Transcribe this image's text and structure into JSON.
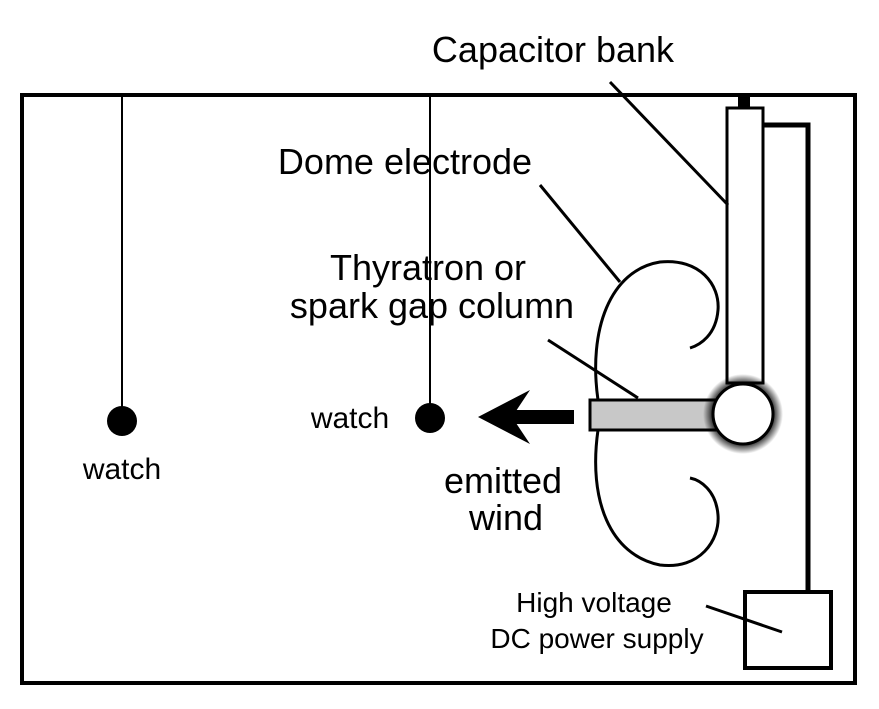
{
  "labels": {
    "capacitor_bank": "Capacitor bank",
    "dome_electrode": "Dome electrode",
    "thyratron_line1": "Thyratron or",
    "thyratron_line2": "spark gap column",
    "watch_left": "watch",
    "watch_center": "watch",
    "emitted_line1": "emitted",
    "emitted_line2": "wind",
    "psu_line1": "High voltage",
    "psu_line2": "DC power supply"
  },
  "colors": {
    "ink": "#000000",
    "spark_gap_fill": "#c8c8c8",
    "background": "#ffffff"
  }
}
